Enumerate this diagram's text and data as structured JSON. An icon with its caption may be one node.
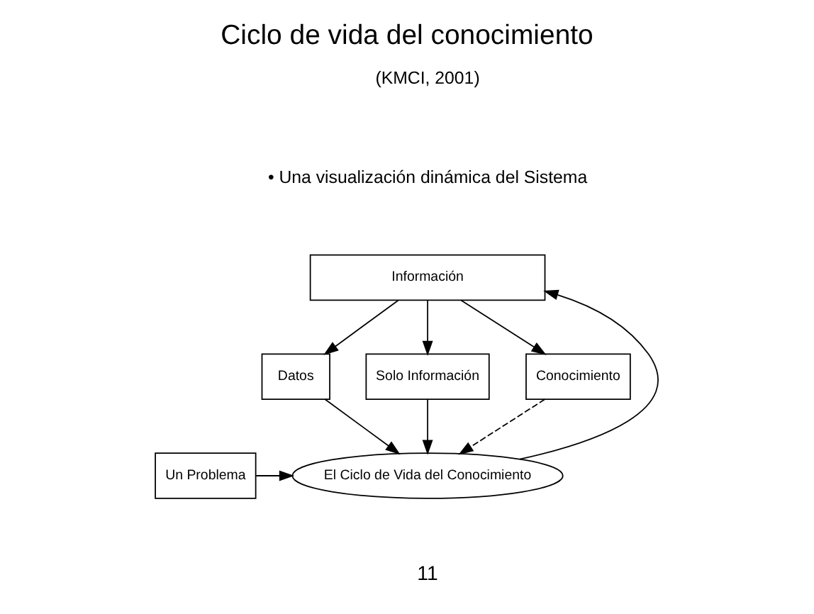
{
  "diagram": {
    "title": "Ciclo de vida del conocimiento",
    "nodes": [
      {
        "text": [
          "Información"
        ]
      },
      {
        "text": [
          "Datos"
        ]
      },
      {
        "text": [
          "Solo Información"
        ]
      },
      {
        "text": [
          "Conocimiento"
        ]
      },
      {
        "text": [
          "Un Problema"
        ]
      },
      {
        "text": [
          "El Ciclo de Vida del Conocimiento"
        ]
      }
    ],
    "edges": [
      {
        "from": 0,
        "to": 1,
        "arrow": "to"
      },
      {
        "from": 0,
        "to": 2,
        "arrow": "to"
      },
      {
        "from": 0,
        "to": 3,
        "arrow": "to"
      },
      {
        "from": 1,
        "to": 5,
        "arrow": "to"
      },
      {
        "from": 2,
        "to": 5,
        "arrow": "to"
      },
      {
        "from": 3,
        "to": 5,
        "arrow": "to",
        "style": "dashed"
      },
      {
        "from": 4,
        "to": 5,
        "arrow": "to"
      },
      {
        "from": 5,
        "to": 0,
        "arrow": "to"
      }
    ],
    "labels": [
      "(KMCI, 2001)",
      "• Una visualización dinámica del Sistema",
      "11"
    ]
  }
}
